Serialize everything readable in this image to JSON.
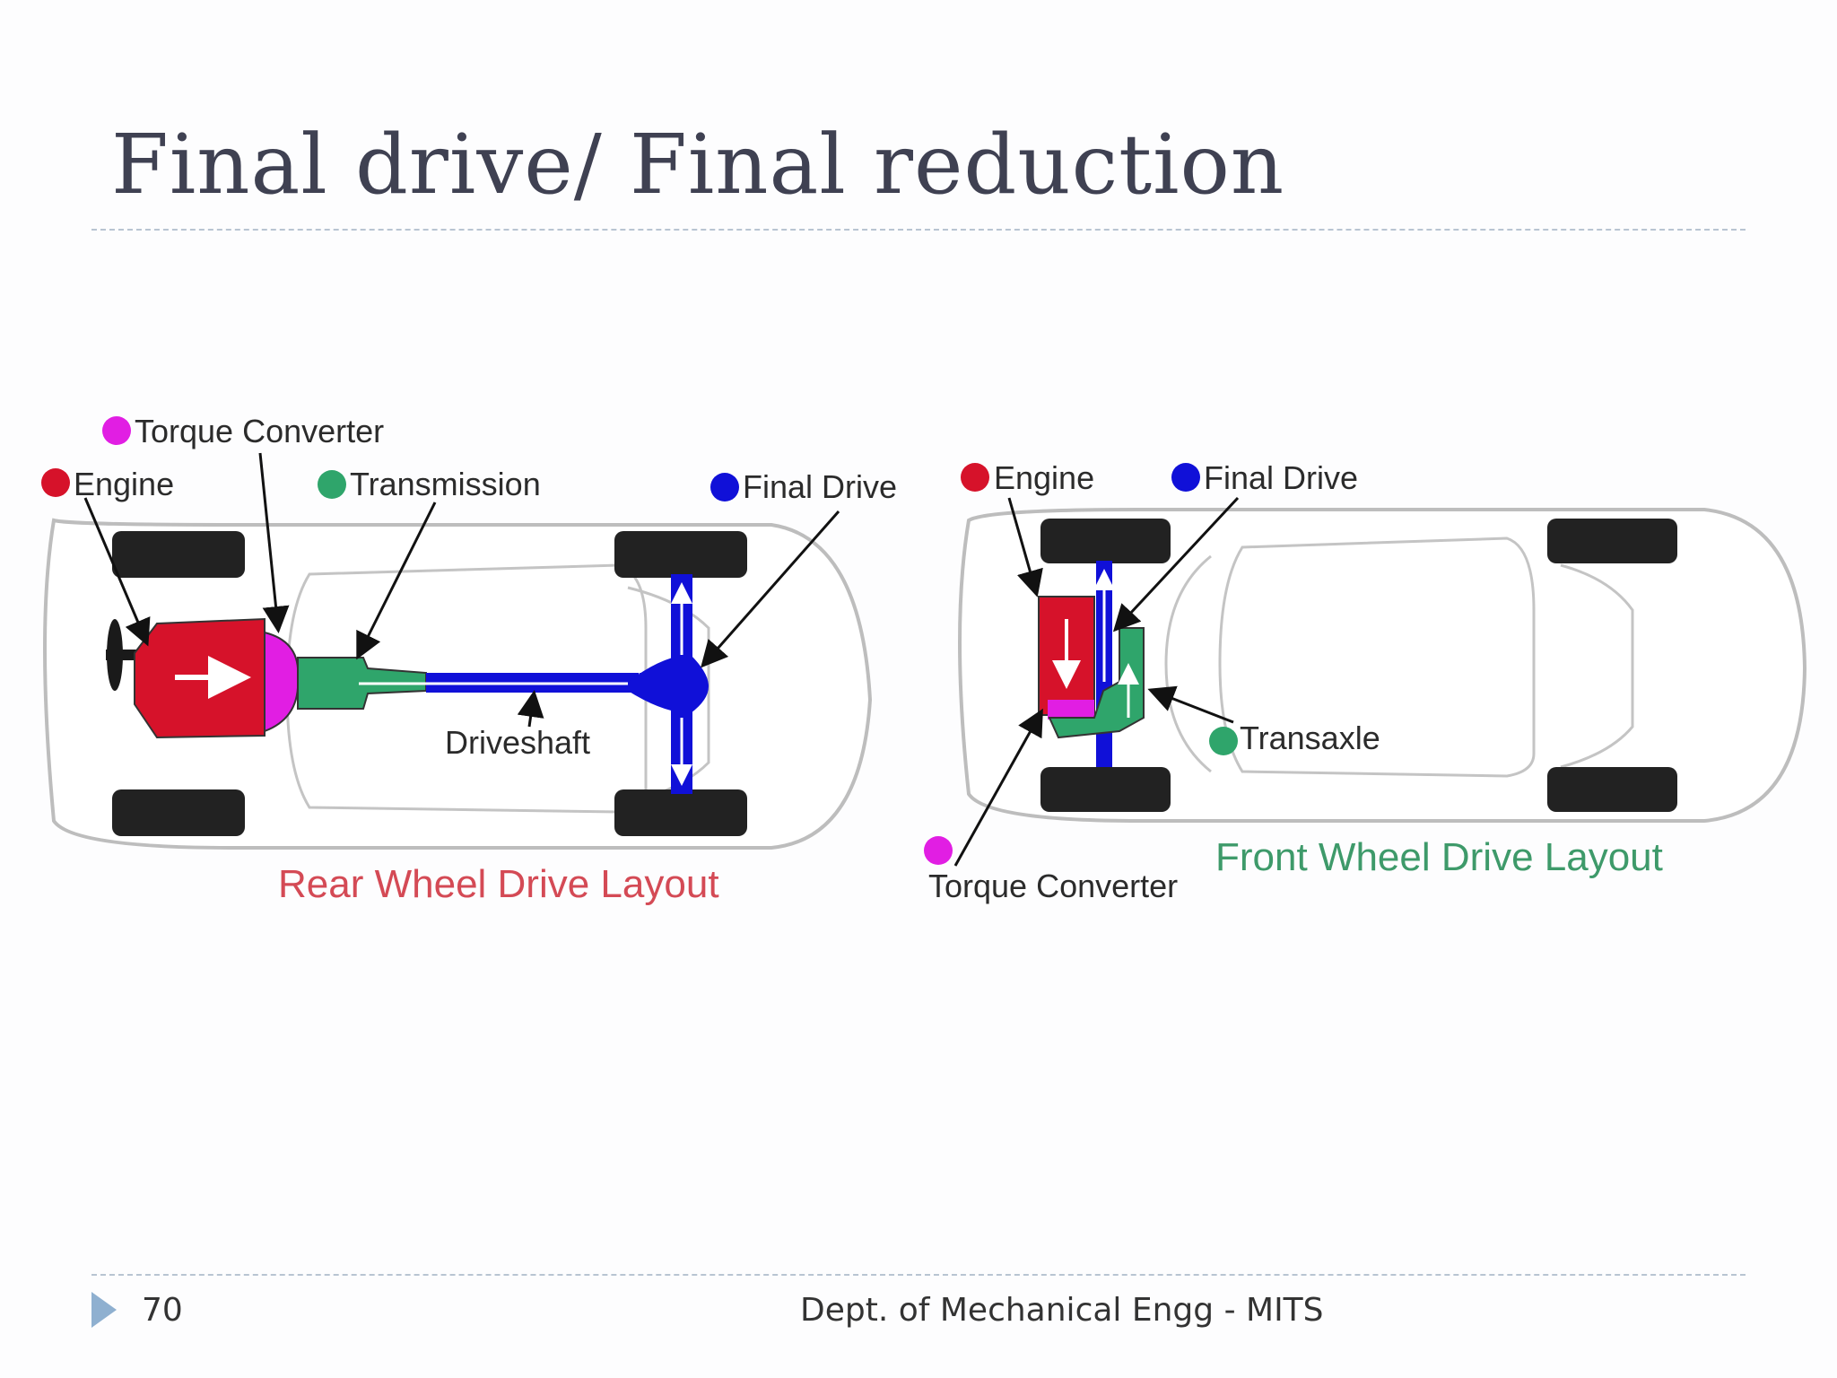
{
  "slide": {
    "title": "Final drive/ Final reduction",
    "page_number": "70",
    "footer": "Dept. of Mechanical Engg - MITS"
  },
  "rear_layout": {
    "caption": "Rear Wheel Drive Layout",
    "labels": {
      "torque_converter": "Torque Converter",
      "engine": "Engine",
      "transmission": "Transmission",
      "final_drive": "Final Drive",
      "driveshaft": "Driveshaft"
    }
  },
  "front_layout": {
    "caption": "Front Wheel Drive Layout",
    "labels": {
      "engine": "Engine",
      "final_drive": "Final Drive",
      "transaxle": "Transaxle",
      "torque_converter": "Torque Converter"
    }
  },
  "colors": {
    "engine": "#d6122a",
    "torque_converter": "#e11ee3",
    "transmission": "#2fa56b",
    "final_drive": "#1010d8",
    "rear_caption": "#d44a55",
    "front_caption": "#3e9a6a",
    "title": "#3f4152",
    "footer_arrow": "#8fb0d0"
  }
}
